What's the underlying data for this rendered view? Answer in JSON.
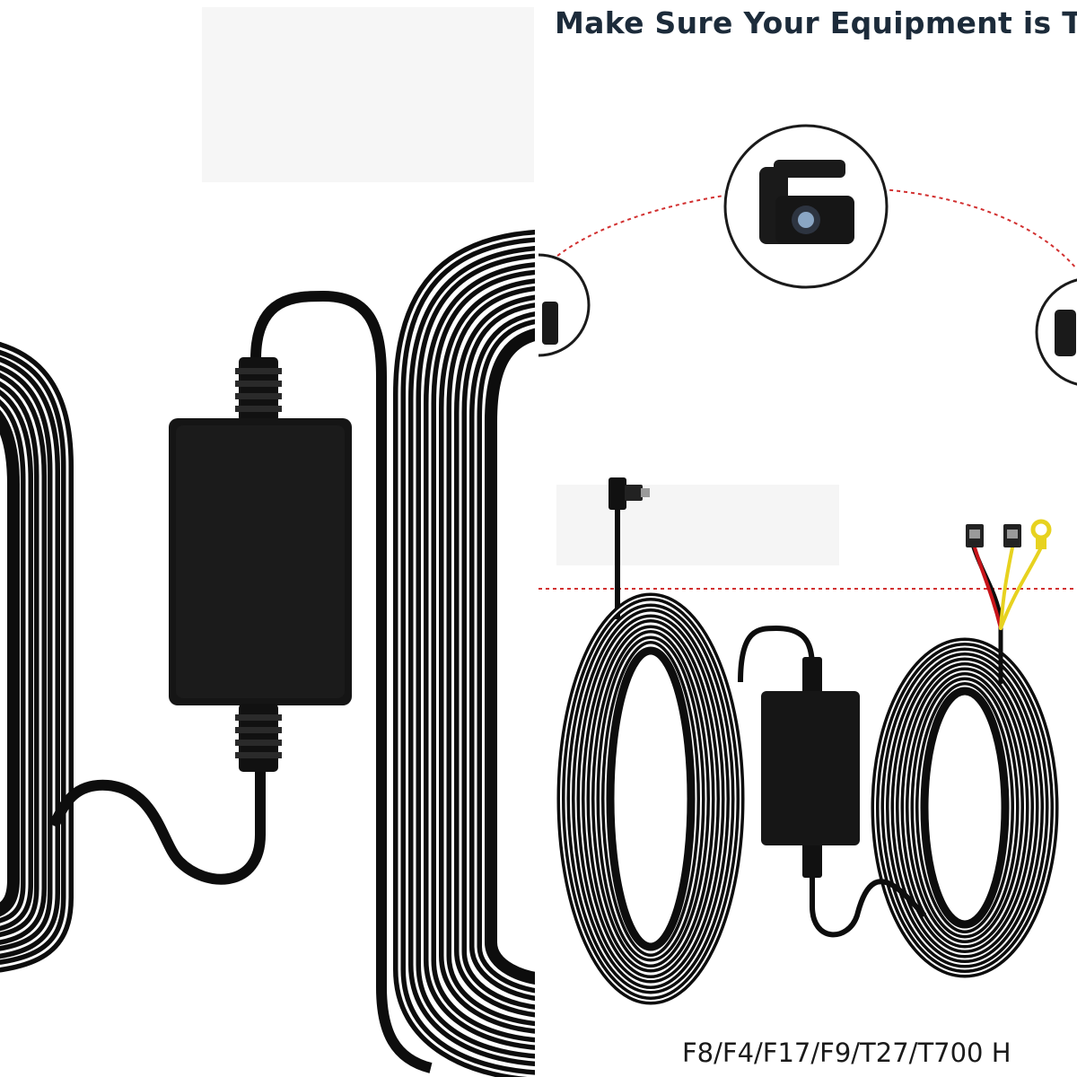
{
  "right_panel": {
    "headline": "Make Sure Your Equipment is T",
    "model_list": "F8/F4/F17/F9/T27/T700 H"
  },
  "colors": {
    "cable": "#0d0d0d",
    "cable_highlight": "#ffffff",
    "dashed_arc": "#d23030",
    "headline_text": "#1c2b3a",
    "red_wire": "#c8141a",
    "yellow_wire": "#e7d21f"
  },
  "icons": [
    "power-converter-box",
    "coiled-cable",
    "dashcam-icon",
    "usb-c-connector",
    "fuse-tap-connector",
    "ring-terminal"
  ]
}
